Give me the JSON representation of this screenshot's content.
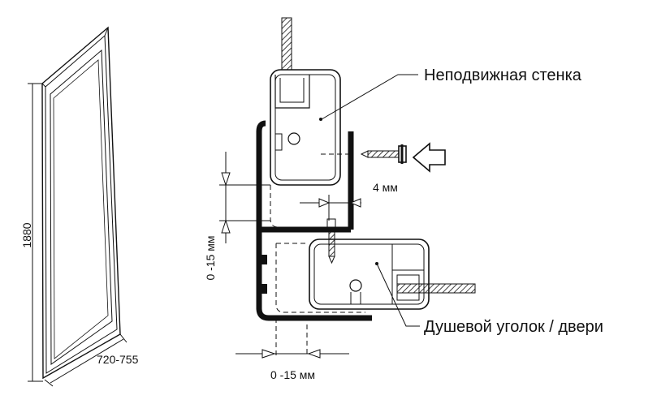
{
  "panel": {
    "height_label": "1880",
    "width_label": "720-755"
  },
  "profile": {
    "fixed_wall_label": "Неподвижная стенка",
    "shower_door_label": "Душевой уголок / двери",
    "gap_label": "4  мм",
    "vertical_adjust_label": "0 -15  мм",
    "horizontal_adjust_label": "0 -15  мм"
  }
}
